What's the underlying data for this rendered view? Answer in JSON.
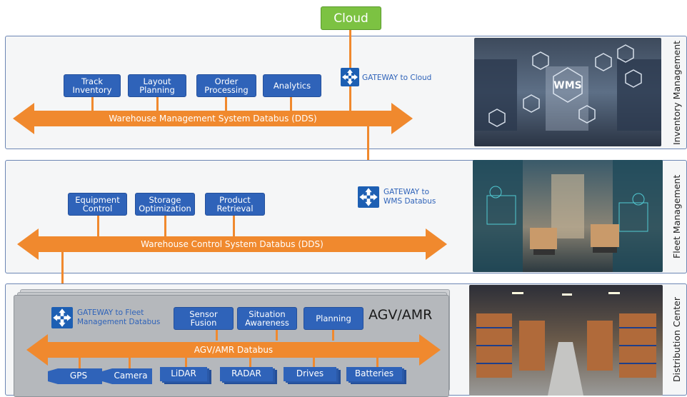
{
  "cloud": {
    "label": "Cloud"
  },
  "panels": {
    "inventory": {
      "side_label": "Inventory Management",
      "boxes": [
        {
          "label": "Track\nInventory"
        },
        {
          "label": "Layout\nPlanning"
        },
        {
          "label": "Order\nProcessing"
        },
        {
          "label": "Analytics"
        }
      ],
      "bus_label": "Warehouse Management System Databus (DDS)",
      "gateway": "GATEWAY to Cloud",
      "photo_text": "WMS"
    },
    "fleet": {
      "side_label": "Fleet Management",
      "boxes": [
        {
          "label": "Equipment\nControl"
        },
        {
          "label": "Storage\nOptimization"
        },
        {
          "label": "Product\nRetrieval"
        }
      ],
      "bus_label": "Warehouse Control System Databus (DDS)",
      "gateway_line1": "GATEWAY to",
      "gateway_line2": "WMS Databus"
    },
    "distribution": {
      "side_label": "Distribution Center",
      "title": "AGV/AMR",
      "boxes": [
        {
          "label": "Sensor\nFusion"
        },
        {
          "label": "Situation\nAwareness"
        },
        {
          "label": "Planning"
        }
      ],
      "bus_label": "AGV/AMR Databus",
      "gateway_line1": "GATEWAY to Fleet",
      "gateway_line2": "Management Databus",
      "sensors": [
        "GPS",
        "Camera",
        "LiDAR",
        "RADAR",
        "Drives",
        "Batteries"
      ]
    }
  },
  "colors": {
    "bus": "#f0892e",
    "box": "#2f63b9",
    "cloud": "#7cc242",
    "panel_border": "#6c86b4"
  }
}
